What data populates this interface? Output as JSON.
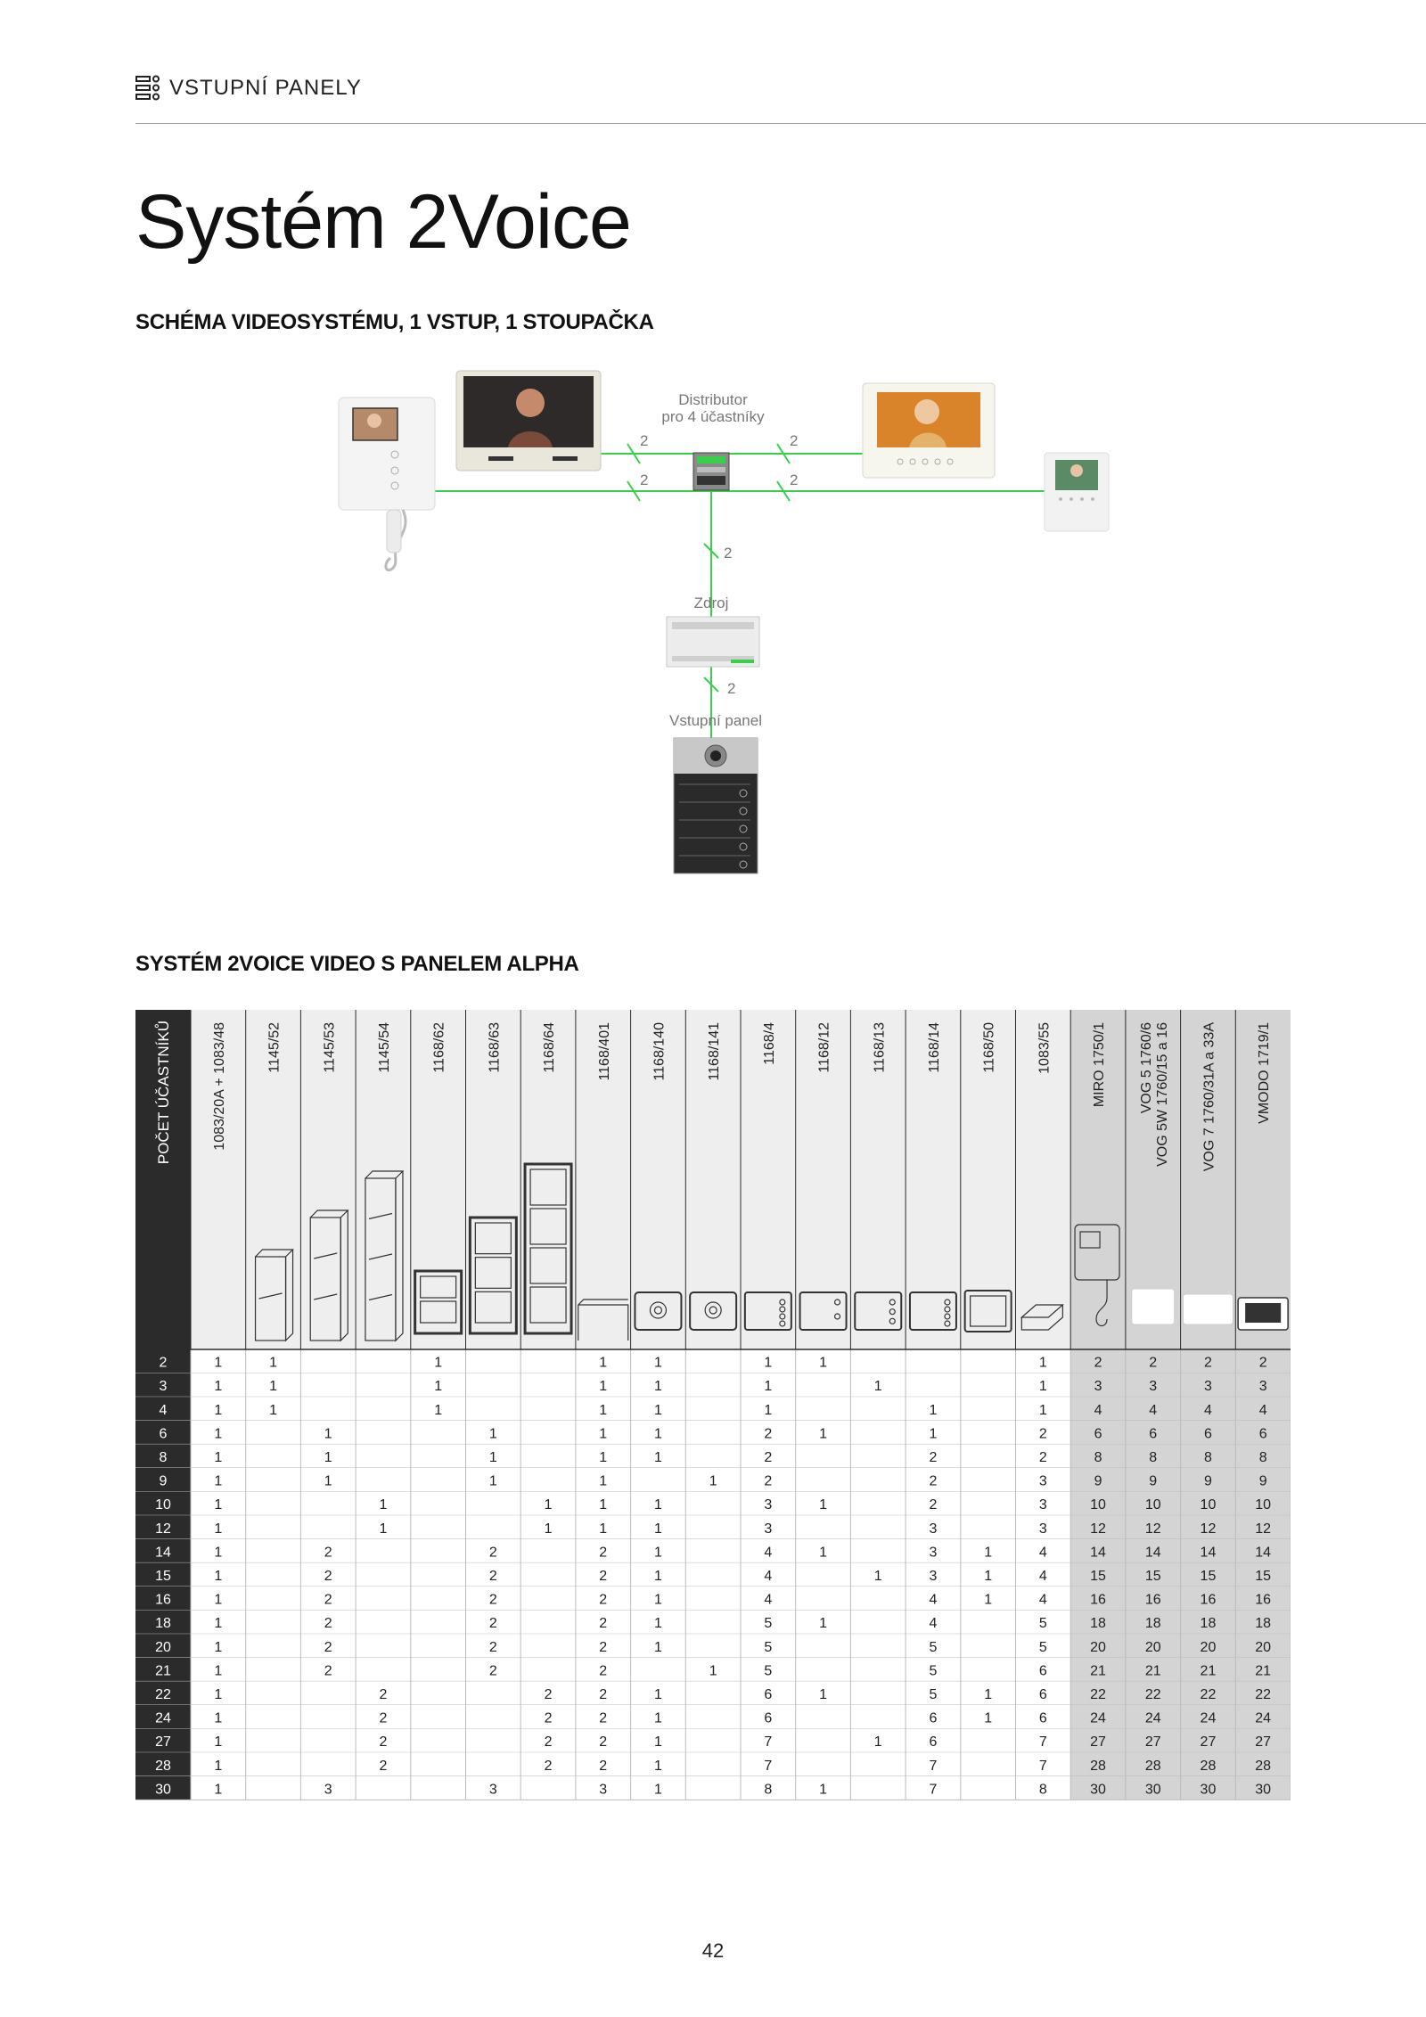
{
  "header": {
    "section_label": "VSTUPNÍ PANELY",
    "icon": "entry-panel-grid-icon"
  },
  "page_title": "Systém 2Voice",
  "section1_title": "SCHÉMA VIDEOSYSTÉMU, 1 VSTUP, 1 STOUPAČKA",
  "diagram": {
    "distributor_label_1": "Distributor",
    "distributor_label_2": "pro 4 účastníky",
    "power_label": "Zdroj",
    "entry_label": "Vstupní panel",
    "wire_count": "2",
    "line_color": "#2ecc40"
  },
  "section2_title": "SYSTÉM 2VOICE VIDEO S PANELEM ALPHA",
  "table": {
    "first_header": "POČET ÚČASTNÍKŮ",
    "columns": [
      {
        "code": "1083/20A + 1083/48",
        "pic": "none"
      },
      {
        "code": "1145/52",
        "pic": "box1"
      },
      {
        "code": "1145/53",
        "pic": "box2"
      },
      {
        "code": "1145/54",
        "pic": "box3"
      },
      {
        "code": "1168/62",
        "pic": "frame1"
      },
      {
        "code": "1168/63",
        "pic": "frame2"
      },
      {
        "code": "1168/64",
        "pic": "frame3"
      },
      {
        "code": "1168/401",
        "pic": "hood"
      },
      {
        "code": "1168/140",
        "pic": "camera"
      },
      {
        "code": "1168/141",
        "pic": "camera2"
      },
      {
        "code": "1168/4",
        "pic": "buttons4"
      },
      {
        "code": "1168/12",
        "pic": "buttons2"
      },
      {
        "code": "1168/13",
        "pic": "buttons3"
      },
      {
        "code": "1168/14",
        "pic": "buttons4v"
      },
      {
        "code": "1168/50",
        "pic": "blank"
      },
      {
        "code": "1083/55",
        "pic": "distributor"
      },
      {
        "code": "MIRO 1750/1",
        "pic": "handset"
      },
      {
        "code": "VOG 5 1760/6\nVOG 5W 1760/15 a 16",
        "pic": "monitor-small"
      },
      {
        "code": "VOG 7 1760/31A a 33A",
        "pic": "monitor-wide"
      },
      {
        "code": "VMODO 1719/1",
        "pic": "monitor-dark"
      }
    ],
    "rows": [
      [
        "2",
        "1",
        "1",
        "",
        "",
        "1",
        "",
        "",
        "1",
        "1",
        "",
        "1",
        "1",
        "",
        "",
        "",
        "1",
        "2",
        "2",
        "2",
        "2"
      ],
      [
        "3",
        "1",
        "1",
        "",
        "",
        "1",
        "",
        "",
        "1",
        "1",
        "",
        "1",
        "",
        "1",
        "",
        "",
        "1",
        "3",
        "3",
        "3",
        "3"
      ],
      [
        "4",
        "1",
        "1",
        "",
        "",
        "1",
        "",
        "",
        "1",
        "1",
        "",
        "1",
        "",
        "",
        "1",
        "",
        "1",
        "4",
        "4",
        "4",
        "4"
      ],
      [
        "6",
        "1",
        "",
        "1",
        "",
        "",
        "1",
        "",
        "1",
        "1",
        "",
        "2",
        "1",
        "",
        "1",
        "",
        "2",
        "6",
        "6",
        "6",
        "6"
      ],
      [
        "8",
        "1",
        "",
        "1",
        "",
        "",
        "1",
        "",
        "1",
        "1",
        "",
        "2",
        "",
        "",
        "2",
        "",
        "2",
        "8",
        "8",
        "8",
        "8"
      ],
      [
        "9",
        "1",
        "",
        "1",
        "",
        "",
        "1",
        "",
        "1",
        "",
        "1",
        "2",
        "",
        "",
        "2",
        "",
        "3",
        "9",
        "9",
        "9",
        "9"
      ],
      [
        "10",
        "1",
        "",
        "",
        "1",
        "",
        "",
        "1",
        "1",
        "1",
        "",
        "3",
        "1",
        "",
        "2",
        "",
        "3",
        "10",
        "10",
        "10",
        "10"
      ],
      [
        "12",
        "1",
        "",
        "",
        "1",
        "",
        "",
        "1",
        "1",
        "1",
        "",
        "3",
        "",
        "",
        "3",
        "",
        "3",
        "12",
        "12",
        "12",
        "12"
      ],
      [
        "14",
        "1",
        "",
        "2",
        "",
        "",
        "2",
        "",
        "2",
        "1",
        "",
        "4",
        "1",
        "",
        "3",
        "1",
        "4",
        "14",
        "14",
        "14",
        "14"
      ],
      [
        "15",
        "1",
        "",
        "2",
        "",
        "",
        "2",
        "",
        "2",
        "1",
        "",
        "4",
        "",
        "1",
        "3",
        "1",
        "4",
        "15",
        "15",
        "15",
        "15"
      ],
      [
        "16",
        "1",
        "",
        "2",
        "",
        "",
        "2",
        "",
        "2",
        "1",
        "",
        "4",
        "",
        "",
        "4",
        "1",
        "4",
        "16",
        "16",
        "16",
        "16"
      ],
      [
        "18",
        "1",
        "",
        "2",
        "",
        "",
        "2",
        "",
        "2",
        "1",
        "",
        "5",
        "1",
        "",
        "4",
        "",
        "5",
        "18",
        "18",
        "18",
        "18"
      ],
      [
        "20",
        "1",
        "",
        "2",
        "",
        "",
        "2",
        "",
        "2",
        "1",
        "",
        "5",
        "",
        "",
        "5",
        "",
        "5",
        "20",
        "20",
        "20",
        "20"
      ],
      [
        "21",
        "1",
        "",
        "2",
        "",
        "",
        "2",
        "",
        "2",
        "",
        "1",
        "5",
        "",
        "",
        "5",
        "",
        "6",
        "21",
        "21",
        "21",
        "21"
      ],
      [
        "22",
        "1",
        "",
        "",
        "2",
        "",
        "",
        "2",
        "2",
        "1",
        "",
        "6",
        "1",
        "",
        "5",
        "1",
        "6",
        "22",
        "22",
        "22",
        "22"
      ],
      [
        "24",
        "1",
        "",
        "",
        "2",
        "",
        "",
        "2",
        "2",
        "1",
        "",
        "6",
        "",
        "",
        "6",
        "1",
        "6",
        "24",
        "24",
        "24",
        "24"
      ],
      [
        "27",
        "1",
        "",
        "",
        "2",
        "",
        "",
        "2",
        "2",
        "1",
        "",
        "7",
        "",
        "1",
        "6",
        "",
        "7",
        "27",
        "27",
        "27",
        "27"
      ],
      [
        "28",
        "1",
        "",
        "",
        "2",
        "",
        "",
        "2",
        "2",
        "1",
        "",
        "7",
        "",
        "",
        "7",
        "",
        "7",
        "28",
        "28",
        "28",
        "28"
      ],
      [
        "30",
        "1",
        "",
        "3",
        "",
        "",
        "3",
        "",
        "3",
        "1",
        "",
        "8",
        "1",
        "",
        "7",
        "",
        "8",
        "30",
        "30",
        "30",
        "30"
      ]
    ]
  },
  "page_number": "42"
}
